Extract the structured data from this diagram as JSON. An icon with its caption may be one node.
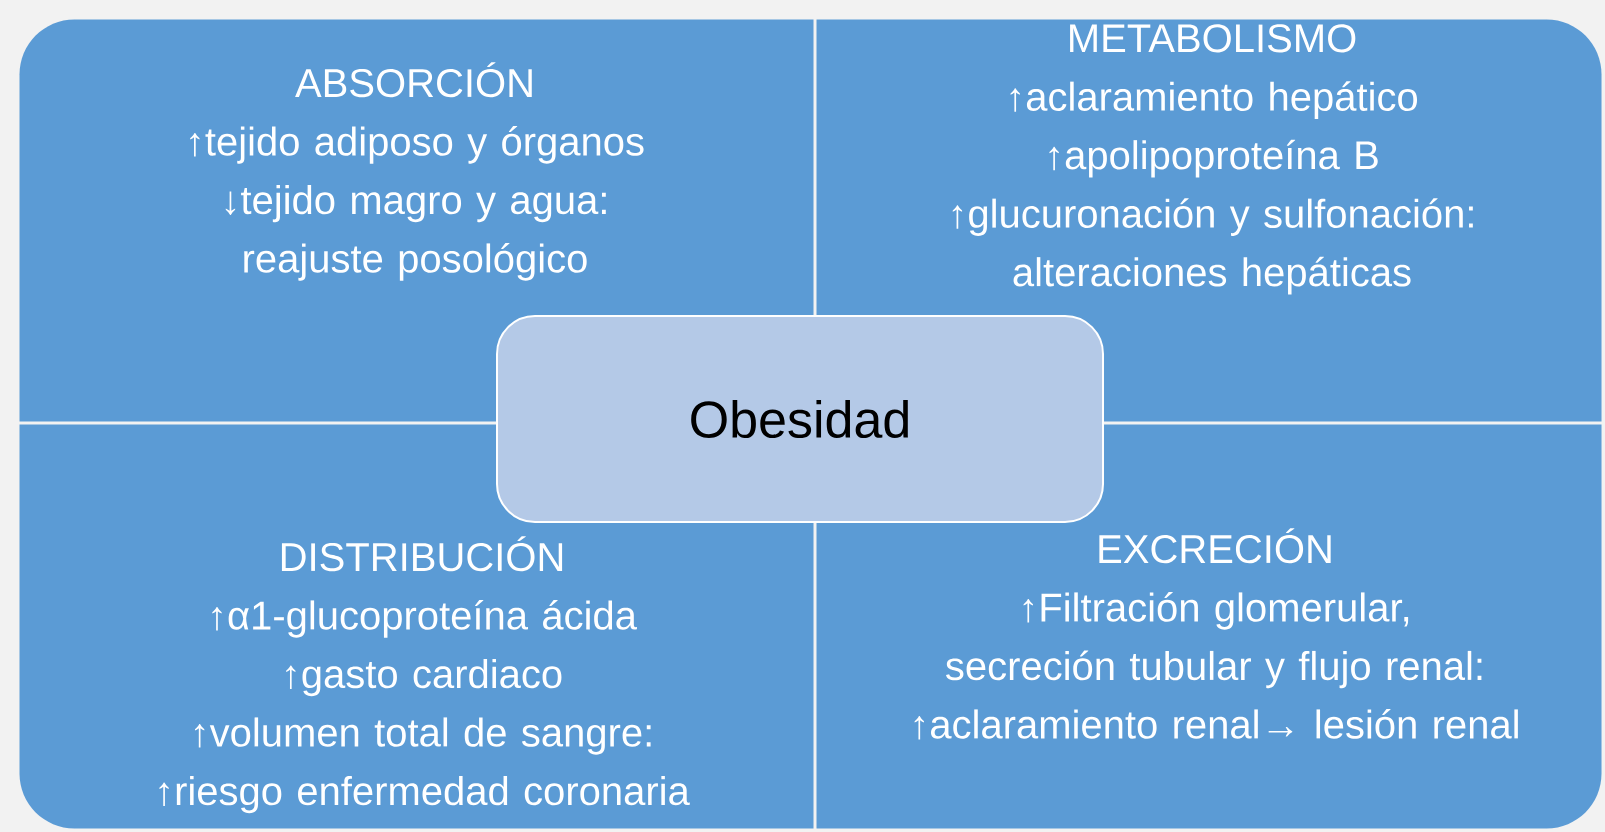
{
  "diagram": {
    "nodes": [
      {
        "text": [
          "ABSORCIÓN",
          "↑tejido adiposo y órganos",
          "↓tejido magro y agua: reajuste posológico"
        ]
      },
      {
        "text": [
          "METABOLISMO",
          "↑aclaramiento hepático",
          "↑apolipoproteína B",
          "↑glucuronación y sulfonación: alteraciones hepáticas"
        ]
      },
      {
        "text": [
          "Obesidad"
        ]
      },
      {
        "text": [
          "DISTRIBUCIÓN",
          "↑α1-glucoproteína ácida",
          "↑gasto cardiaco",
          "↑volumen total de sangre: ↑riesgo enfermedad coronaria"
        ]
      },
      {
        "text": [
          "EXCRECIÓN",
          "↑Filtración glomerular, secreción tubular y flujo renal: ↑aclaramiento renal→ lesión renal"
        ]
      }
    ],
    "edges": []
  }
}
